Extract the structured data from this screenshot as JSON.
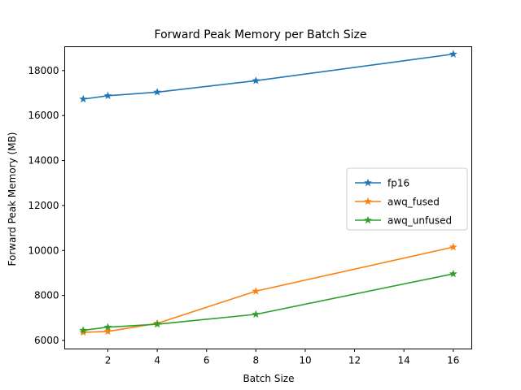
{
  "chart_data": {
    "type": "line",
    "title": "Forward Peak Memory per Batch Size",
    "xlabel": "Batch Size",
    "ylabel": "Forward Peak Memory (MB)",
    "x": [
      1,
      2,
      4,
      8,
      16
    ],
    "xlim": [
      0.25,
      16.75
    ],
    "ylim": [
      5620,
      19060
    ],
    "xticks": [
      2,
      4,
      6,
      8,
      10,
      12,
      14,
      16
    ],
    "xtick_labels": [
      "2",
      "4",
      "6",
      "8",
      "10",
      "12",
      "14",
      "16"
    ],
    "yticks": [
      6000,
      8000,
      10000,
      12000,
      14000,
      16000,
      18000
    ],
    "ytick_labels": [
      "6000",
      "8000",
      "10000",
      "12000",
      "14000",
      "16000",
      "18000"
    ],
    "grid": false,
    "legend_position": "center right",
    "marker": "star",
    "series": [
      {
        "name": "fp16",
        "color": "#1f77b4",
        "values": [
          16730,
          16880,
          17040,
          17550,
          18730
        ]
      },
      {
        "name": "awq_fused",
        "color": "#ff7f0e",
        "values": [
          6360,
          6400,
          6760,
          8190,
          10150
        ]
      },
      {
        "name": "awq_unfused",
        "color": "#2ca02c",
        "values": [
          6450,
          6590,
          6720,
          7160,
          8960
        ]
      }
    ]
  }
}
